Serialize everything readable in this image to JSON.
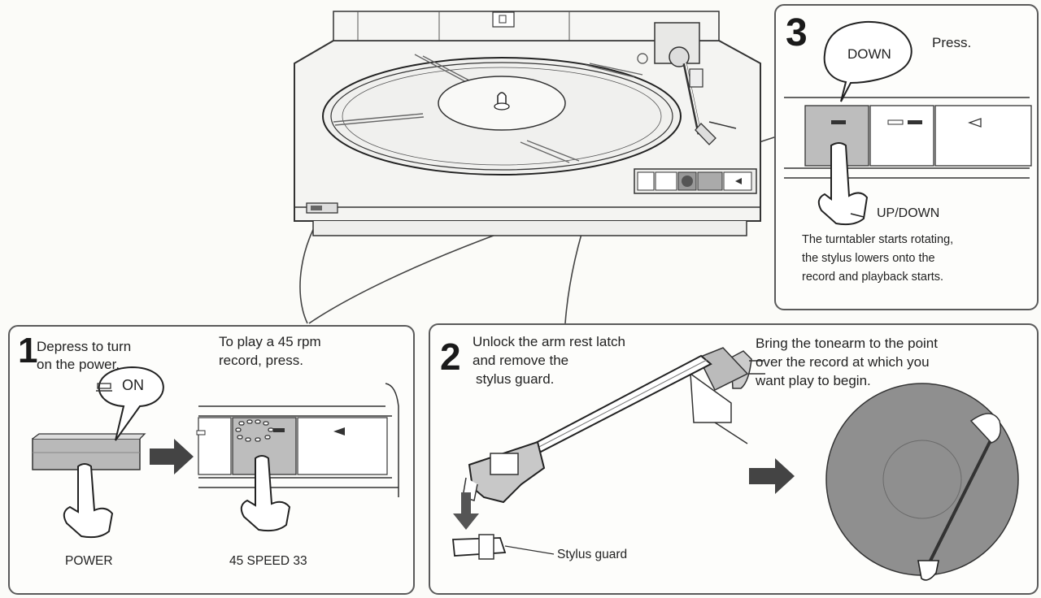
{
  "step1": {
    "number": "1",
    "instruction": [
      "Depress to turn",
      "on the power."
    ],
    "speed_instruction": [
      "To play a 45 rpm",
      "record, press."
    ],
    "bubble_text": "ON",
    "power_label": "POWER",
    "speed_label": "45 SPEED 33"
  },
  "step2": {
    "number": "2",
    "instruction": [
      "Unlock the arm rest latch",
      "and remove the",
      "stylus guard."
    ],
    "tonearm_instruction": [
      "Bring the tonearm to the point",
      "over the record at which you",
      "want play to begin."
    ],
    "stylus_guard_label": "Stylus guard"
  },
  "step3": {
    "number": "3",
    "bubble_text": "DOWN",
    "press_text": "Press.",
    "updown_label": "UP/DOWN",
    "description": [
      "The turntabler starts rotating,",
      "the stylus lowers onto the",
      "record and playback starts."
    ]
  },
  "colors": {
    "line": "#3a3a3a",
    "button_fill": "#b9b9b9",
    "record_fill": "#8f8f8f",
    "panel_border": "#5a5a5a"
  }
}
